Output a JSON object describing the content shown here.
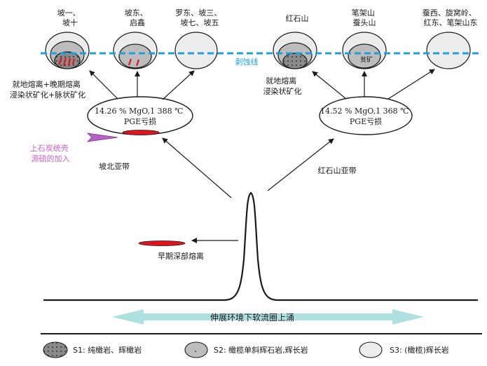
{
  "labels": {
    "group1": [
      "坡一、",
      "坡十"
    ],
    "group2": [
      "坡东、",
      "启鑫"
    ],
    "group3": [
      "罗东、坡三、",
      "坡七、坡五"
    ],
    "group4": [
      "红石山"
    ],
    "group5": [
      "笔架山",
      "蚕头山"
    ],
    "group6": [
      "蚕西、旋窝岭、",
      "红东、笔架山东"
    ],
    "erosion_line": "剥蚀线",
    "left_process": [
      "就地熔离+晚期熔离",
      "浸染状矿化+脉状矿化"
    ],
    "right_process": [
      "就地熔离",
      "浸染状矿化"
    ],
    "left_magma": [
      "14.26 % MgO,1 388 ℃",
      "PGE亏损"
    ],
    "right_magma": [
      "14.52 % MgO,1 368 ℃",
      "PGE亏损"
    ],
    "crust_sulfur": [
      "上石炭统壳",
      "源硫的加入"
    ],
    "left_subbelt": "坡北亚带",
    "right_subbelt": "红石山亚带",
    "early_segregation": "早期深部熔离",
    "poor_ore": "贫矿",
    "extension": "伸展环境下软流圈上涌"
  },
  "legend": [
    {
      "key": "s1",
      "label": "S1: 纯橄岩、辉橄岩"
    },
    {
      "key": "s2",
      "label": "S2: 橄榄单斜辉石岩,辉长岩"
    },
    {
      "key": "s3",
      "label": "S3: (橄榄)辉长岩"
    }
  ],
  "colors": {
    "s1": "#8a8a8a",
    "s2": "#bdbdbd",
    "s3": "#ececec",
    "erosion_line": "#1ea0d8",
    "sulfide": "#e0141e",
    "crust_text": "#c062c8",
    "arrow_band": "#aee0e2"
  }
}
